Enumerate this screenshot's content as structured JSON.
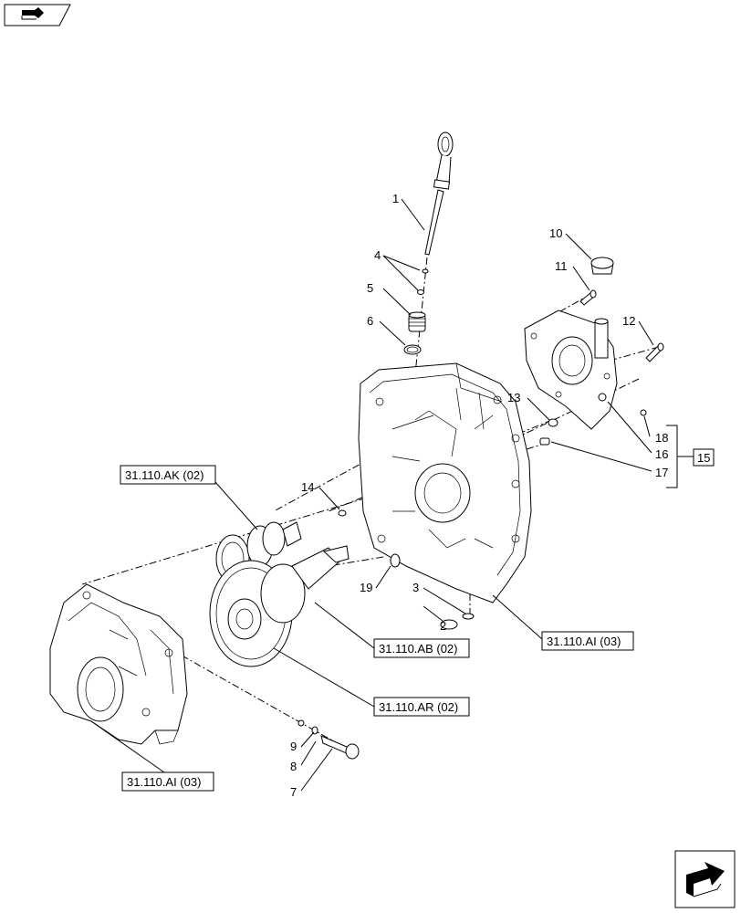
{
  "callouts": {
    "c1": "1",
    "c2": "2",
    "c3": "3",
    "c4": "4",
    "c5": "5",
    "c6": "6",
    "c7": "7",
    "c8": "8",
    "c9": "9",
    "c10": "10",
    "c11": "11",
    "c12": "12",
    "c13": "13",
    "c14": "14",
    "c15": "15",
    "c16": "16",
    "c17": "17",
    "c18": "18",
    "c19": "19"
  },
  "references": {
    "ak02": "31.110.AK (02)",
    "ab02": "31.110.AB (02)",
    "ar02": "31.110.AR (02)",
    "ai03_right": "31.110.AI (03)",
    "ai03_left": "31.110.AI (03)"
  },
  "icons": {
    "top_left": "book-arrow-icon",
    "bottom_right": "next-page-arrow-icon"
  }
}
